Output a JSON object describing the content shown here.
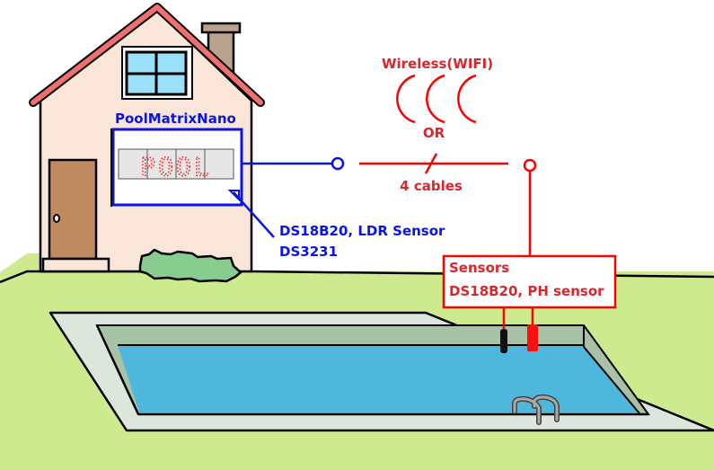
{
  "diagram": {
    "device_label": "PoolMatrixNano",
    "display_text": "POOL",
    "indoor_sensors": {
      "line1": "DS18B20, LDR Sensor",
      "line2": "DS3231"
    },
    "link": {
      "wireless_label": "Wireless(WIFI)",
      "or_label": "OR",
      "cables_label": "4 cables"
    },
    "pool_sensors": {
      "title": "Sensors",
      "line1": "DS18B20, PH sensor"
    }
  },
  "colors": {
    "device_blue": "#0a14e6",
    "link_red": "#ff0000",
    "label_red": "#d9252b",
    "roof": "#f07070",
    "wall": "#f9e6d8",
    "door": "#c08a60",
    "window": "#99e0f8",
    "chimney": "#baa38c",
    "lawn": "#cdea8f",
    "bush": "#88cc90",
    "pool_water": "#4fb6dc",
    "pool_deck": "#dde6dc",
    "pool_wall": "#a8c2a6"
  }
}
